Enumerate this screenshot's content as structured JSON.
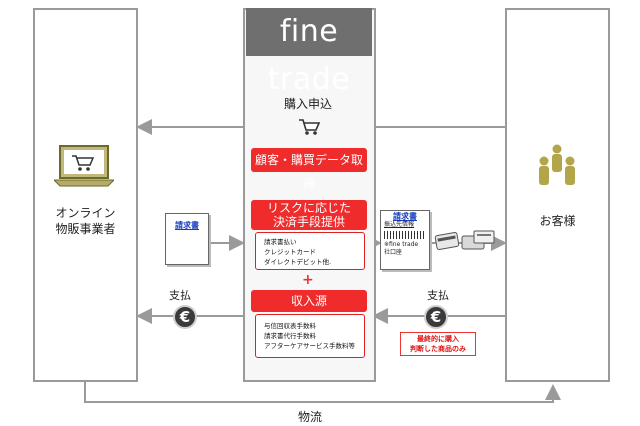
{
  "logo": "fine trade",
  "left_actor": {
    "line1": "オンライン",
    "line2": "物販事業者"
  },
  "right_actor": "お客様",
  "flows": {
    "purchase": "購入申込",
    "logistics": "物流",
    "payment_left": "支払",
    "payment_right": "支払"
  },
  "steps": {
    "step1": "顧客・購買データ取得",
    "step2_line1": "リスクに応じた",
    "step2_line2": "決済手段提供",
    "methods": [
      "請求書払い",
      "クレジットカード",
      "ダイレクトデビット他."
    ],
    "revenue": "収入源",
    "revenue_items": [
      "与信回収表手数料",
      "請求書代行手数料",
      "アフターケアサービス手数料等"
    ]
  },
  "docs": {
    "invoice_left": "請求書",
    "invoice_right_title": "請求書",
    "invoice_right_lines": [
      "振込先情報",
      "※fine trade",
      "社口座"
    ]
  },
  "note": {
    "line1": "最終的に購入",
    "line2": "判断した商品のみ"
  },
  "colors": {
    "accent": "#ef2b2b",
    "logo_bg": "#6f6f6f",
    "border": "#9a9a9a",
    "arrow": "#9a9a9a"
  }
}
